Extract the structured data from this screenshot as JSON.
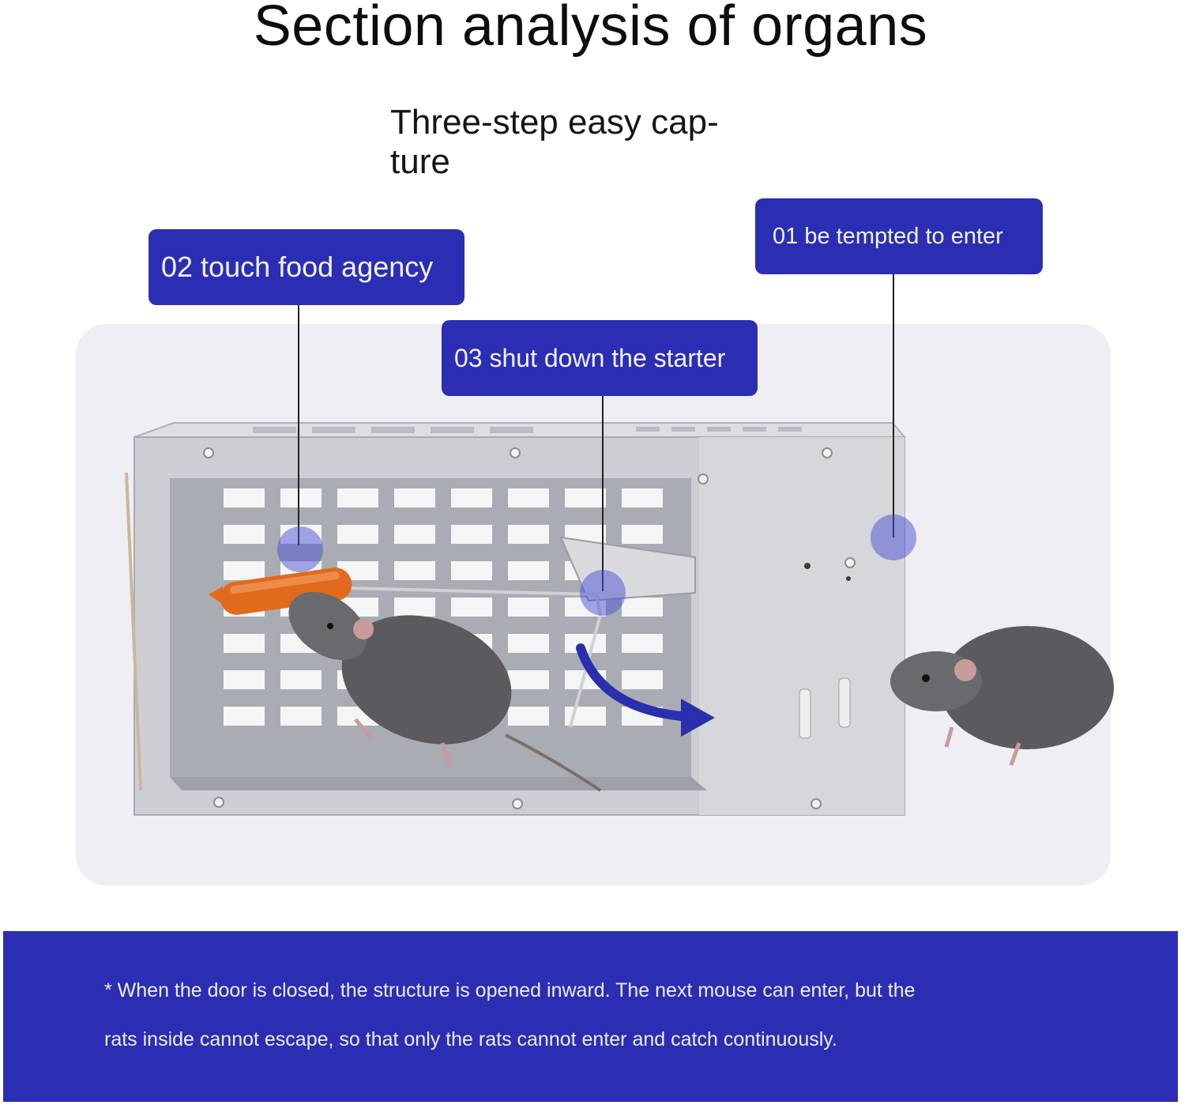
{
  "title": "Section analysis of organs",
  "subtitle": "Three-step easy cap-\nture",
  "callouts": {
    "step_02": "02 touch food agency",
    "step_03": "03 shut down the starter",
    "step_01": "01 be tempted to enter"
  },
  "footer": {
    "note_line1": "* When the door is closed, the structure is opened inward. The next mouse can enter, but the",
    "note_line2": "rats inside cannot escape, so that only the rats cannot enter and catch continuously."
  },
  "colors": {
    "accent": "#2b2eb3",
    "cage": "#c9ccd1",
    "bait": "#e26a1c",
    "rat": "#5b5a5e"
  }
}
